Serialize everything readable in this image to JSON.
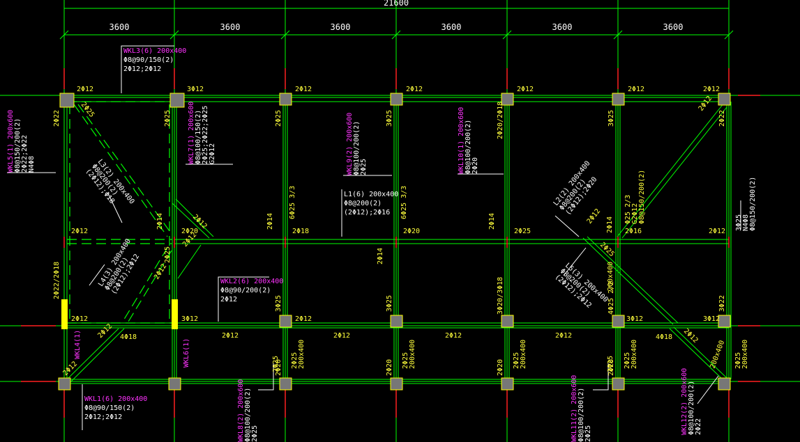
{
  "overall_dimension": "21600",
  "bay_dimensions": [
    "3600",
    "3600",
    "3600",
    "3600",
    "3600",
    "3600"
  ],
  "colors": {
    "background": "#000000",
    "axis_line": "#00ff00",
    "beam_line": "#00ff00",
    "dashed_beam": "#00ff00",
    "column_fill": "#777777",
    "column_stroke": "#ffff00",
    "axis_tick": "#ff2020",
    "rebar_text": "#ffff3c",
    "beam_name_text": "#ff33ff",
    "note_text": "#ffffff",
    "highlight_column": "#ffff00"
  },
  "beam_callouts": {
    "wkl3": {
      "name": "WKL3(6) 200x400",
      "stirrup": "Φ8@90/150(2)",
      "bars": "2Φ12;2Φ12"
    },
    "wkl2": {
      "name": "WKL2(6) 200x400",
      "stirrup": "Φ8@90/200(2)",
      "bars": "2Φ12"
    },
    "wkl1": {
      "name": "WKL1(6) 200x400",
      "stirrup": "Φ8@90/150(2)",
      "bars": "2Φ12;2Φ12"
    },
    "l1": {
      "name": "L1(6) 200x400",
      "stirrup": "Φ8@200(2)",
      "bars": "(2Φ12);2Φ16"
    },
    "wkl5": {
      "name": "WKL5(1) 200x600",
      "stirrup": "Φ8@150/200(2)",
      "bars": "2Φ22;2Φ22",
      "extra": "N4Φ8"
    },
    "wkl7": {
      "name": "WKL7(1) 200x600",
      "stirrup": "Φ8@100/150(2)",
      "bars": "2Φ25;2Φ22;2Φ25",
      "extra": "G2Φ12"
    },
    "wkl9": {
      "name": "WKL9(2) 200x600",
      "stirrup": "Φ8@100/200(2)",
      "bars": "2Φ25"
    },
    "wkl10": {
      "name": "WKL10(1) 200x600",
      "stirrup": "Φ8@100/200(2)",
      "bars": "2Φ20"
    },
    "l3a": {
      "name": "L3(2) 200x400",
      "stirrup": "Φ8@200(2)",
      "bars": "(2Φ12);Φ18"
    },
    "l4a": {
      "name": "L4(3) 200x400",
      "stirrup": "Φ8@200(2)",
      "bars": "(2Φ12);2Φ12"
    },
    "l2": {
      "name": "L2(2) 200x400",
      "stirrup": "Φ8@200(2)",
      "bars": "(2Φ12);2Φ20"
    },
    "l5": {
      "name": "L5(3) 200x400",
      "stirrup": "Φ8@200(2)",
      "bars": "(2Φ12);2Φ12"
    },
    "v_right": {
      "bars": "3Φ25",
      "extra": "N4Φ8",
      "stirrup": "Φ8@150/200(2)"
    },
    "v_right2": {
      "bars": "Φ25 2/3",
      "extra": "G2Φ12",
      "stirrup": "Φ8@150/200(2)"
    },
    "wkl8": {
      "name": "WKL8(2) 200x600",
      "stirrup": "Φ8@100/200(2)",
      "bars": "2Φ25"
    },
    "wkl11": {
      "name": "WKL11(2) 200x600",
      "stirrup": "Φ8@100/200(2)",
      "bars": "2Φ25"
    },
    "wkl12": {
      "name": "WKL12(2) 200x600",
      "stirrup": "Φ8@100/200(2)",
      "bars": "2Φ22"
    },
    "wkl4": {
      "name": "WKL4(1)"
    },
    "wkl6": {
      "name": "WKL6(1)"
    }
  },
  "rebar_labels": {
    "top_row": [
      "2Φ12",
      "3Φ12",
      "2Φ12",
      "2Φ12",
      "2Φ12",
      "2Φ12",
      "2Φ12"
    ],
    "mid_row": [
      "2Φ12",
      "2Φ20",
      "2Φ18",
      "2Φ20",
      "2Φ25",
      "2Φ16",
      "2Φ12"
    ],
    "low_row": [
      "2Φ12",
      "3Φ12",
      "2Φ12",
      "3Φ12",
      "3Φ12"
    ],
    "bottom_span": [
      "2Φ12",
      "2Φ12",
      "2Φ12",
      "2Φ12"
    ],
    "verticals": [
      "2Φ22",
      "2Φ25",
      "2Φ25",
      "3Φ25",
      "2Φ20/2Φ18",
      "3Φ25",
      "2Φ22",
      "3Φ25",
      "3Φ25",
      "3Φ20/3Φ18",
      "4Φ25 2/2",
      "3Φ22"
    ],
    "mid_verticals": [
      "2Φ14",
      "2Φ14",
      "2Φ14",
      "2Φ14",
      "2Φ14",
      "6Φ25 3/3",
      "6Φ25 3/3"
    ],
    "misc": [
      "2Φ22/2Φ18",
      "2Φ25",
      "2Φ25",
      "2Φ12",
      "2Φ12",
      "4Φ18",
      "4Φ18",
      "2Φ12",
      "2Φ12",
      "2Φ12",
      "2Φ25",
      "2Φ25",
      "2Φ25",
      "2Φ25",
      "200x400",
      "200x400",
      "200x400",
      "200x400",
      "200x400",
      "200x400",
      "2Φ25",
      "2Φ20"
    ]
  }
}
